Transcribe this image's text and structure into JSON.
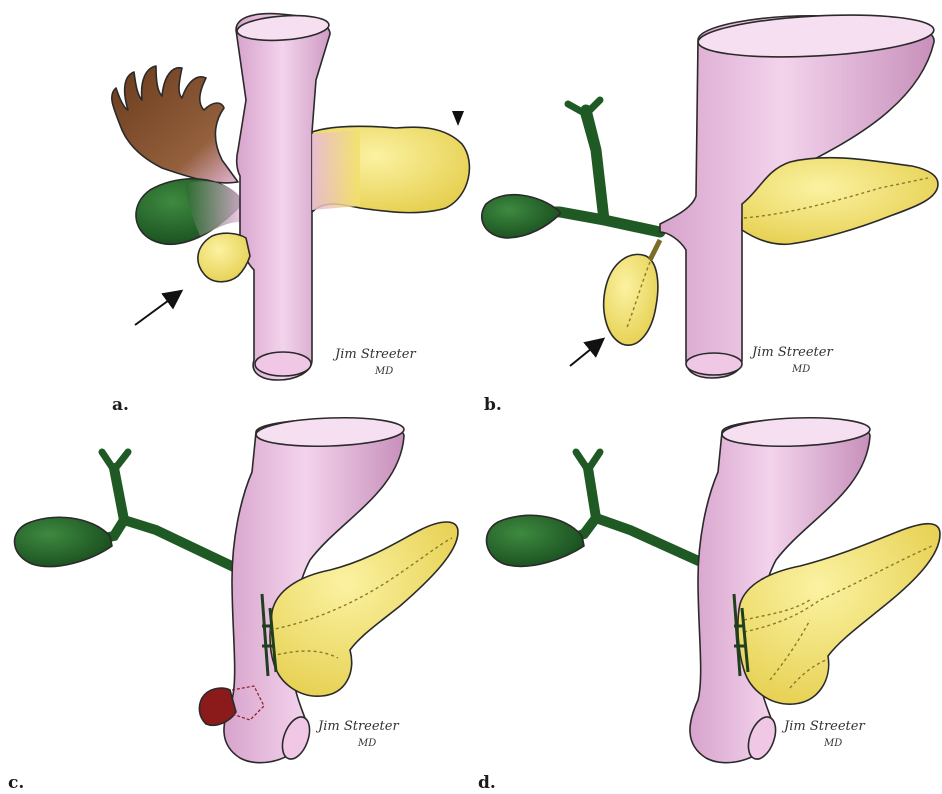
{
  "panels": [
    {
      "label": "a.",
      "signature": "Jim Streeter",
      "signature_suffix": "MD"
    },
    {
      "label": "b.",
      "signature": "Jim Streeter",
      "signature_suffix": "MD"
    },
    {
      "label": "c.",
      "signature": "Jim Streeter",
      "signature_suffix": "MD"
    },
    {
      "label": "d.",
      "signature": "Jim Streeter",
      "signature_suffix": "MD"
    }
  ],
  "colors": {
    "gut_tube": "#e8b8de",
    "gut_tube_shadow": "#c98fbd",
    "liver_bud": "#7a4a2a",
    "gallbladder_biliary": "#1f5a24",
    "pancreas": "#f2e16a",
    "pancreas_shadow": "#d9c24a",
    "annular_tissue": "#8b1a1a",
    "pointer": "#111111"
  },
  "icons": [
    "arrow-pointer-icon",
    "arrowhead-marker-icon"
  ]
}
